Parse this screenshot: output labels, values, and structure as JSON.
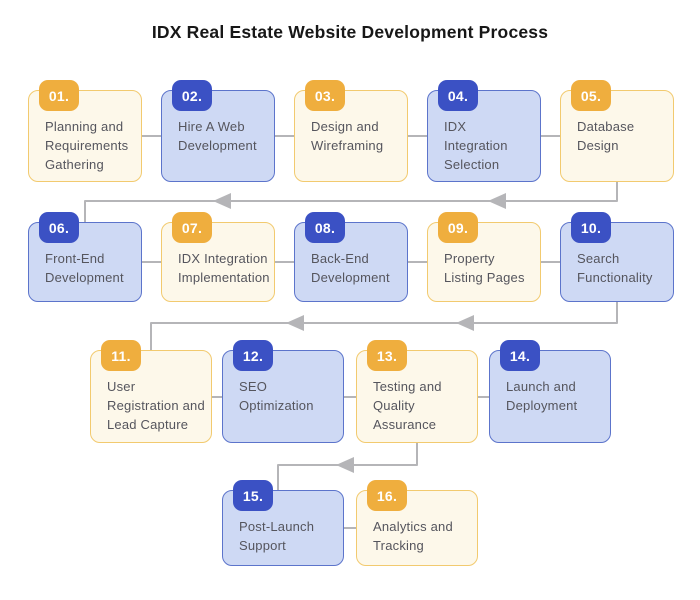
{
  "title": "IDX Real Estate Website Development Process",
  "colors": {
    "yellow_badge": "#EFAE3E",
    "blue_badge": "#3B51C4",
    "cream_fill": "#FDF8EA",
    "cream_border": "#F2CA6F",
    "blue_fill": "#CED9F4",
    "blue_border": "#5C74CB",
    "connector": "#B5B5B8",
    "step_text": "#55555D",
    "title_color": "#171717"
  },
  "steps": [
    {
      "number": "01.",
      "label": "Planning and\nRequirements\nGathering",
      "theme": "yellow"
    },
    {
      "number": "02.",
      "label": "Hire A Web\nDevelopment",
      "theme": "blue"
    },
    {
      "number": "03.",
      "label": "Design and\nWireframing",
      "theme": "yellow"
    },
    {
      "number": "04.",
      "label": "IDX\nIntegration\nSelection",
      "theme": "blue"
    },
    {
      "number": "05.",
      "label": "Database\nDesign",
      "theme": "yellow"
    },
    {
      "number": "06.",
      "label": "Front-End\nDevelopment",
      "theme": "blue"
    },
    {
      "number": "07.",
      "label": "IDX Integration\nImplementation",
      "theme": "yellow"
    },
    {
      "number": "08.",
      "label": "Back-End\nDevelopment",
      "theme": "blue"
    },
    {
      "number": "09.",
      "label": "Property\nListing Pages",
      "theme": "yellow"
    },
    {
      "number": "10.",
      "label": "Search\nFunctionality",
      "theme": "blue"
    },
    {
      "number": "11.",
      "label": "User\nRegistration and\nLead Capture",
      "theme": "yellow"
    },
    {
      "number": "12.",
      "label": "SEO\nOptimization",
      "theme": "blue"
    },
    {
      "number": "13.",
      "label": "Testing and\nQuality\nAssurance",
      "theme": "yellow"
    },
    {
      "number": "14.",
      "label": "Launch and\nDeployment",
      "theme": "blue"
    },
    {
      "number": "15.",
      "label": "Post-Launch\nSupport",
      "theme": "blue"
    },
    {
      "number": "16.",
      "label": "Analytics and\nTracking",
      "theme": "yellow"
    }
  ]
}
